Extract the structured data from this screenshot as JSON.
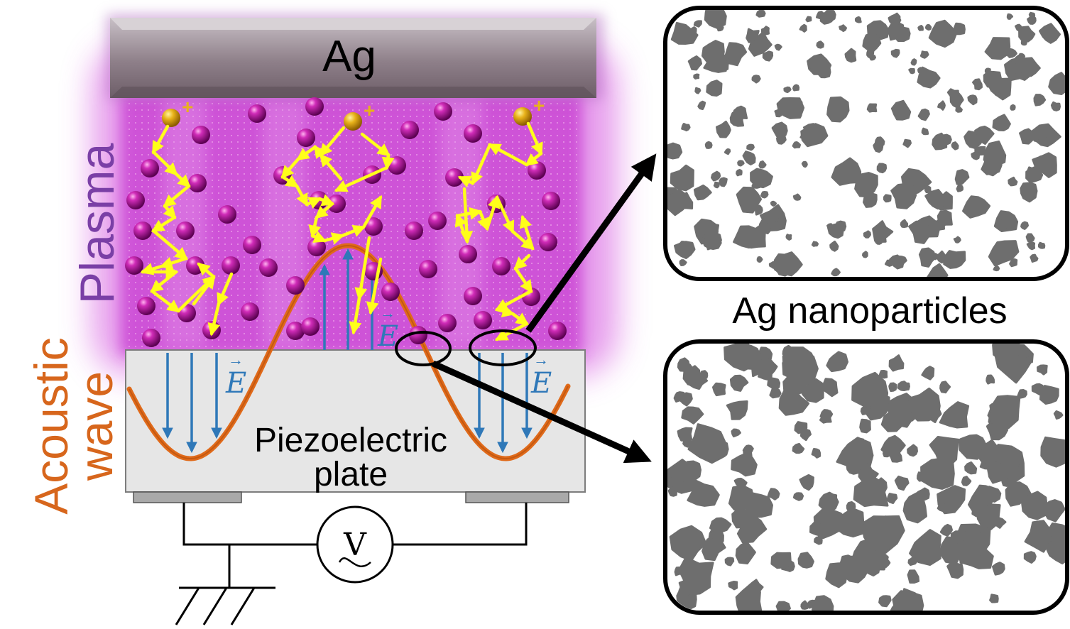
{
  "labels": {
    "target": "Ag",
    "plasma": "Plasma",
    "acoustic_line1": "Acoustic",
    "acoustic_line2": "wave",
    "piezo_line1": "Piezoelectric",
    "piezo_line2": "plate",
    "field": "E",
    "voltage": "V",
    "ion_charge": "+",
    "nanoparticles": "Ag nanoparticles"
  },
  "colors": {
    "plasma_glow": "#c236d4",
    "atom": "#a0108c",
    "ion": "#e0a010",
    "trajectory_arrow": "#ffff1a",
    "field_arrow": "#2f78b8",
    "wave": "#e06a1a",
    "plasma_text": "#7a3fa6",
    "acoustic_text": "#d7661c",
    "nanoparticle": "#6e6e6e",
    "plate": "#e6e6e6",
    "target_bar": "#8a7a84"
  },
  "icons": {
    "voltage_source": "ac-voltage-source-icon",
    "ground": "ground-symbol-icon"
  }
}
